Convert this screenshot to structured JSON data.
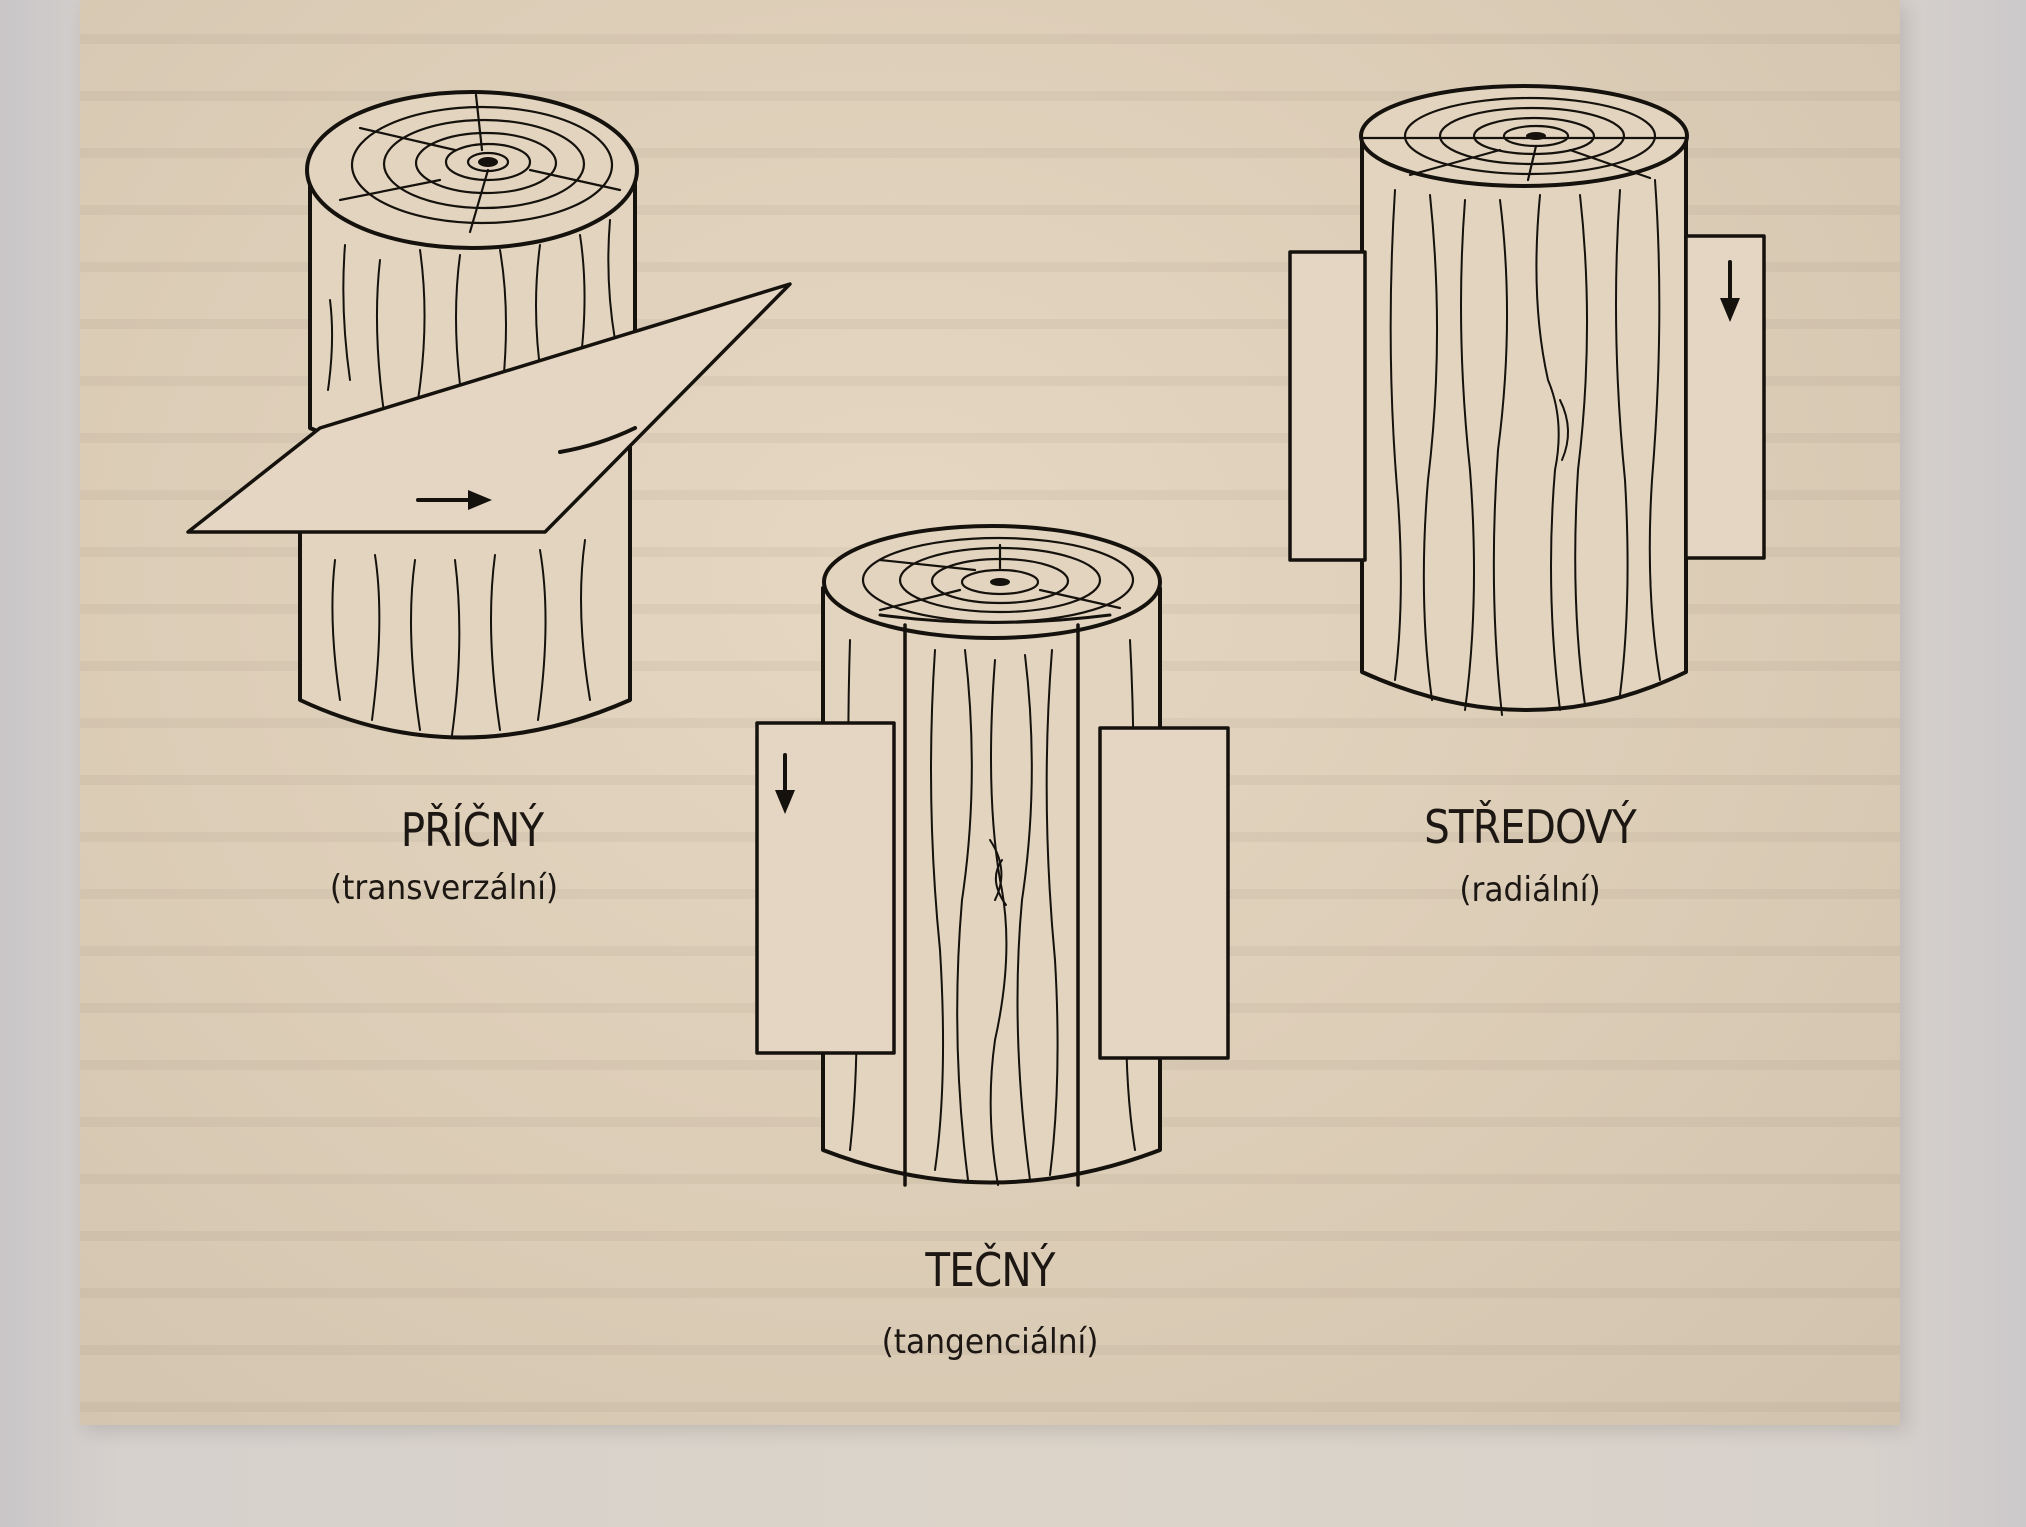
{
  "labels": {
    "transverse": {
      "name": "PŘÍČNÝ",
      "latin": "(transverzální)"
    },
    "tangential": {
      "name": "TEČNÝ",
      "latin": "(tangenciální)"
    },
    "radial": {
      "name": "STŘEDOVÝ",
      "latin": "(radiální)"
    }
  },
  "colors": {
    "paper": "#ddcfb9",
    "ink": "#15110d"
  }
}
